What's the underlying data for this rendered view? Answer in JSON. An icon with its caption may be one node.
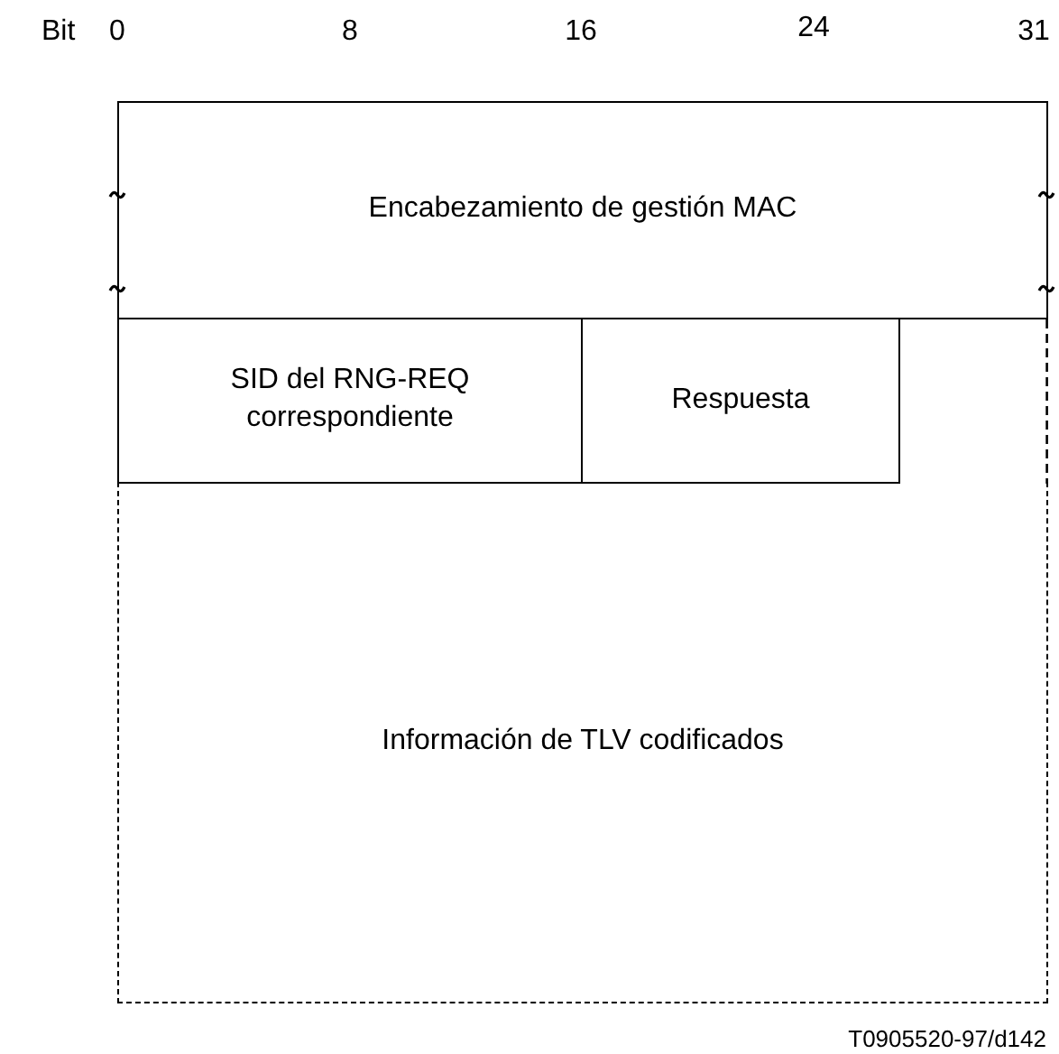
{
  "diagram": {
    "nodes": [
      {
        "text": [
          "Encabezamiento de gestión MAC"
        ]
      },
      {
        "text": [
          "SID del RNG-REQ correspondiente"
        ]
      },
      {
        "text": [
          "Respuesta"
        ]
      },
      {
        "text": [
          "Información de TLV codificados"
        ]
      }
    ],
    "labels": [
      "Bit",
      "0",
      "8",
      "16",
      "24",
      "31",
      "T0905520-97/d142"
    ]
  }
}
